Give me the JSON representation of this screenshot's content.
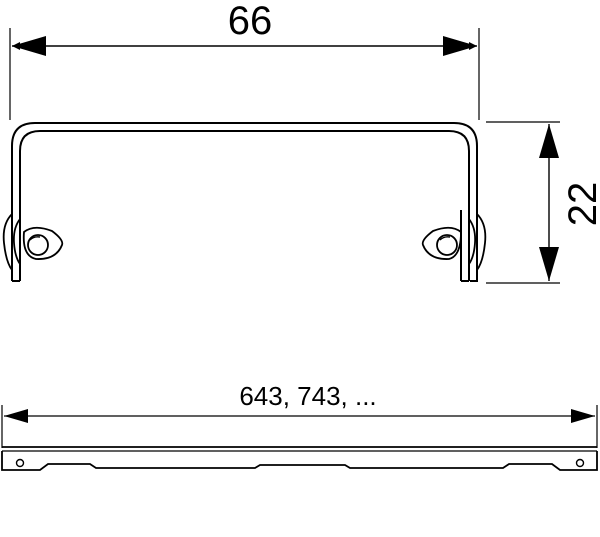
{
  "dimensions": {
    "width_label": "66",
    "height_label": "22",
    "length_label": "643, 743, ..."
  },
  "colors": {
    "line": "#000000",
    "background": "#ffffff"
  }
}
